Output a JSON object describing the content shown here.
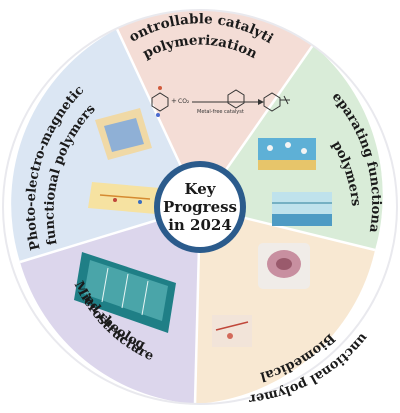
{
  "center": {
    "line1": "Key",
    "line2": "Progress",
    "line3": "in 2024"
  },
  "segments": {
    "top": {
      "line1": "Controllable catalytic",
      "line2": "polymerization",
      "color": "#f4ddd6"
    },
    "right": {
      "line1": "Separating functional",
      "line2": "polymers",
      "color": "#d9ecd8"
    },
    "bottom_right": {
      "line1": "Biomedical",
      "line2": "functional polymers",
      "color": "#f8e8d2"
    },
    "bottom_left": {
      "line1": "Microstructure",
      "line2": "and rheology",
      "color": "#dcd6ec"
    },
    "left": {
      "line1": "Photo-electro-magnetic",
      "line2": "functional polymers",
      "color": "#dbe6f3"
    }
  },
  "reaction": {
    "plus": "+",
    "co2": "CO₂",
    "catalyst": "Metal-free catalyst"
  },
  "colors": {
    "ring": "#2b5b8c",
    "divider": "#ffffff"
  }
}
